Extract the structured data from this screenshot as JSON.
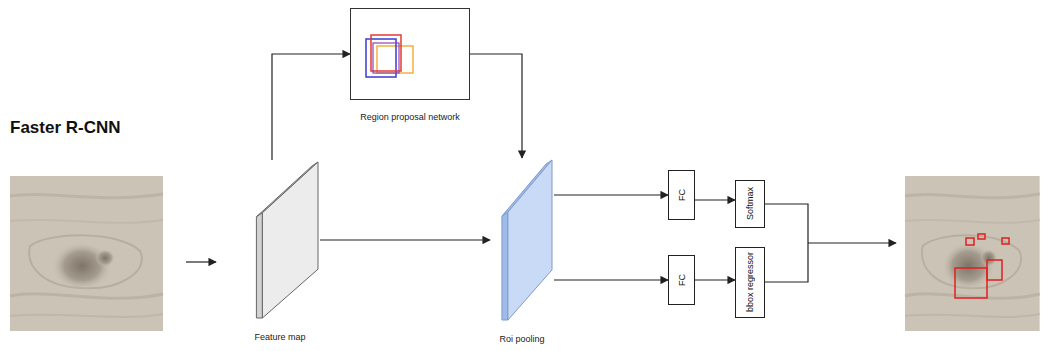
{
  "diagram": {
    "title": "Faster R-CNN",
    "nodes": [
      {
        "text": [
          "Feature map"
        ]
      },
      {
        "text": [
          "Region proposal network"
        ]
      },
      {
        "text": [
          "Roi pooling"
        ]
      },
      {
        "text": [
          "FC"
        ]
      },
      {
        "text": [
          "FC"
        ]
      },
      {
        "text": [
          "Softmax"
        ]
      },
      {
        "text": [
          "bbox regressor"
        ]
      }
    ],
    "edges": [
      {
        "from": 0,
        "to": 1,
        "arrow": "to"
      },
      {
        "from": 1,
        "to": 2,
        "arrow": "to"
      },
      {
        "from": 0,
        "to": 2,
        "arrow": "to"
      },
      {
        "from": 2,
        "to": 3,
        "arrow": "to"
      },
      {
        "from": 2,
        "to": 4,
        "arrow": "to"
      },
      {
        "from": 3,
        "to": 5,
        "arrow": "to"
      },
      {
        "from": 4,
        "to": 6,
        "arrow": "to"
      }
    ]
  }
}
